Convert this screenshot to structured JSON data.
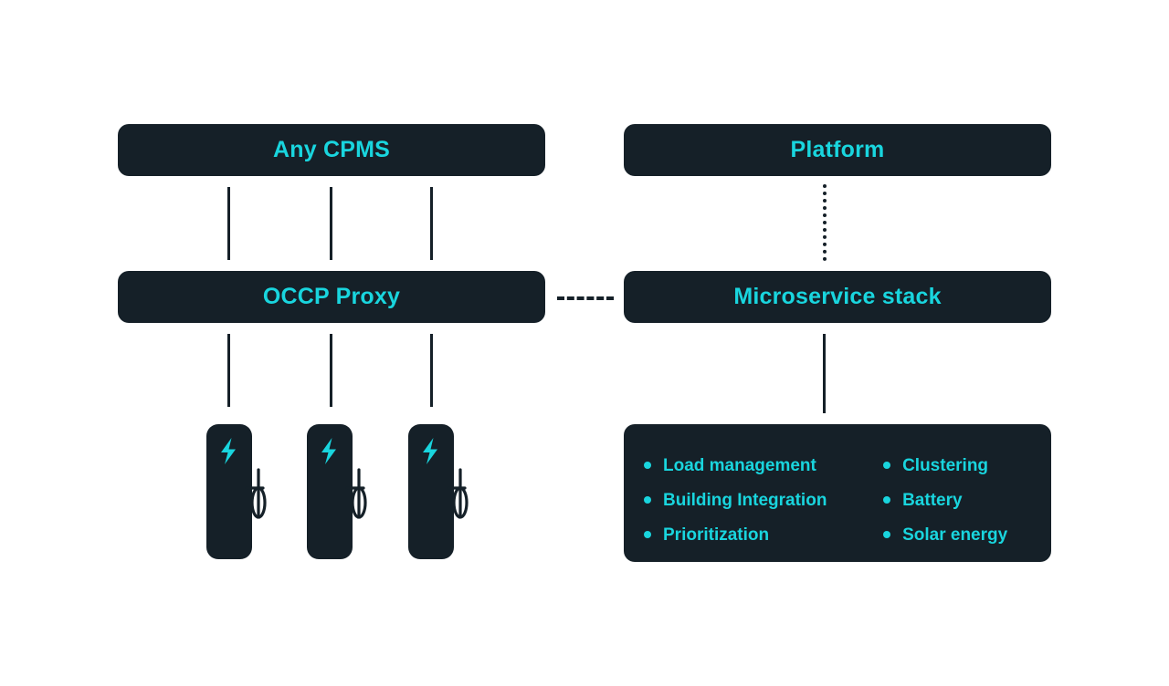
{
  "diagram": {
    "title": "OCPP Proxy architecture diagram",
    "background_color": "#ffffff",
    "box_color": "#152028",
    "accent_color": "#19D5DE"
  },
  "nodes": {
    "any_cpms": {
      "label": "Any CPMS"
    },
    "occp_proxy": {
      "label": "OCCP Proxy"
    },
    "platform": {
      "label": "Platform"
    },
    "microservice_stack": {
      "label": "Microservice stack"
    }
  },
  "features": {
    "columns": [
      {
        "items": [
          {
            "label": "Load management"
          },
          {
            "label": "Building Integration"
          },
          {
            "label": "Prioritization"
          }
        ]
      },
      {
        "items": [
          {
            "label": "Clustering"
          },
          {
            "label": "Battery"
          },
          {
            "label": "Solar energy"
          }
        ]
      }
    ]
  },
  "chargers": [
    {
      "name": "ev-charger-1",
      "icon": "lightning-bolt-icon"
    },
    {
      "name": "ev-charger-2",
      "icon": "lightning-bolt-icon"
    },
    {
      "name": "ev-charger-3",
      "icon": "lightning-bolt-icon"
    }
  ],
  "connectors": {
    "cpms_to_proxy": {
      "style": "solid",
      "count": 3
    },
    "proxy_to_chargers": {
      "style": "solid",
      "count": 3
    },
    "platform_to_microservice": {
      "style": "dotted",
      "count": 1
    },
    "microservice_to_features": {
      "style": "solid",
      "count": 1
    },
    "proxy_to_microservice": {
      "style": "dashed",
      "count": 1
    }
  }
}
